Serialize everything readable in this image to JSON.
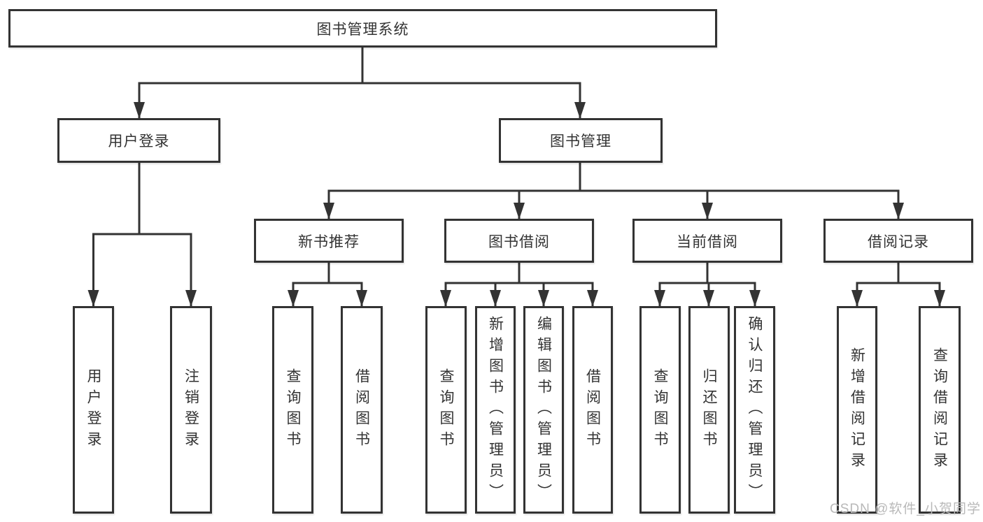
{
  "nodes": {
    "root": "图书管理系统",
    "level2": [
      "用户登录",
      "图书管理"
    ],
    "level3": [
      "新书推荐",
      "图书借阅",
      "当前借阅",
      "借阅记录"
    ],
    "leaves_login": [
      "用户登录",
      "注销登录"
    ],
    "leaves_recommend": [
      "查询图书",
      "借阅图书"
    ],
    "leaves_borrow": [
      "查询图书",
      "新增图书（管理员）",
      "编辑图书（管理员）",
      "借阅图书"
    ],
    "leaves_current": [
      "查询图书",
      "归还图书",
      "确认归还（管理员）"
    ],
    "leaves_records": [
      "新增借阅记录",
      "查询借阅记录"
    ]
  },
  "watermark": "CSDN @软件_小贺同学",
  "colors": {
    "line": "#333333",
    "box_background": "#ffffff",
    "text": "#333333",
    "watermark": "#b9b9b9",
    "page_background": "#ffffff"
  }
}
